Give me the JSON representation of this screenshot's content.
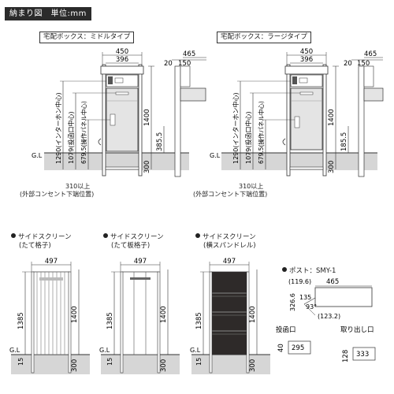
{
  "header": {
    "title": "納まり図　単位:mm"
  },
  "box_middle": {
    "label": "宅配ボックス：ミドルタイプ",
    "dim_450": "450",
    "dim_396": "396",
    "dim_20": "20",
    "dim_150": "150",
    "dim_465": "465",
    "dim_1290": "1290(インターホン中心)",
    "dim_1079": "1079(投函口中心)",
    "dim_679": "679.5(操作パネル中心)",
    "dim_1400": "1400",
    "dim_385": "385.5",
    "dim_300": "300",
    "gl": "G.L"
  },
  "box_large": {
    "label": "宅配ボックス：ラージタイプ",
    "dim_450": "450",
    "dim_396": "396",
    "dim_20": "20",
    "dim_150": "150",
    "dim_465": "465",
    "dim_1290": "1290(インターホン中心)",
    "dim_1079": "1079(投函口中心)",
    "dim_679": "679.5(操作パネル中心)",
    "dim_1400": "1400",
    "dim_185": "185.5",
    "dim_300": "300",
    "gl": "G.L"
  },
  "outlet_note_middle": {
    "line1": "310以上",
    "line2": "(外部コンセント下端位置)"
  },
  "outlet_note_large": {
    "line1": "310以上",
    "line2": "(外部コンセント下端位置)"
  },
  "screens": [
    {
      "title": "サイドスクリーン",
      "subtitle": "(たて格子)",
      "dim_497": "497",
      "dim_1385": "1385",
      "dim_1400": "1400",
      "dim_15": "15",
      "dim_300": "300",
      "gl": "G.L"
    },
    {
      "title": "サイドスクリーン",
      "subtitle": "(たて板格子)",
      "dim_497": "497",
      "dim_1385": "1385",
      "dim_1400": "1400",
      "dim_15": "15",
      "dim_300": "300",
      "gl": "G.L"
    },
    {
      "title": "サイドスクリーン",
      "subtitle": "(横スパンドレル)",
      "dim_497": "497",
      "dim_1385": "1385",
      "dim_1400": "1400",
      "dim_15": "15",
      "dim_300": "300",
      "gl": "G.L"
    }
  ],
  "post": {
    "title": "ポスト：SMY-1",
    "dim_119": "(119.6)",
    "dim_465": "465",
    "dim_135": "135",
    "dim_326": "326.6",
    "dim_93": "93°",
    "dim_123": "(123.2)",
    "slot_label": "投函口",
    "slot_40": "40",
    "slot_295": "295",
    "takeout_label": "取り出し口",
    "takeout_128": "128",
    "takeout_333": "333"
  },
  "colors": {
    "ground": "#d6d6d6",
    "line": "#333333",
    "dark_panel": "#2e2a29",
    "box_body": "#e4e4e4"
  }
}
